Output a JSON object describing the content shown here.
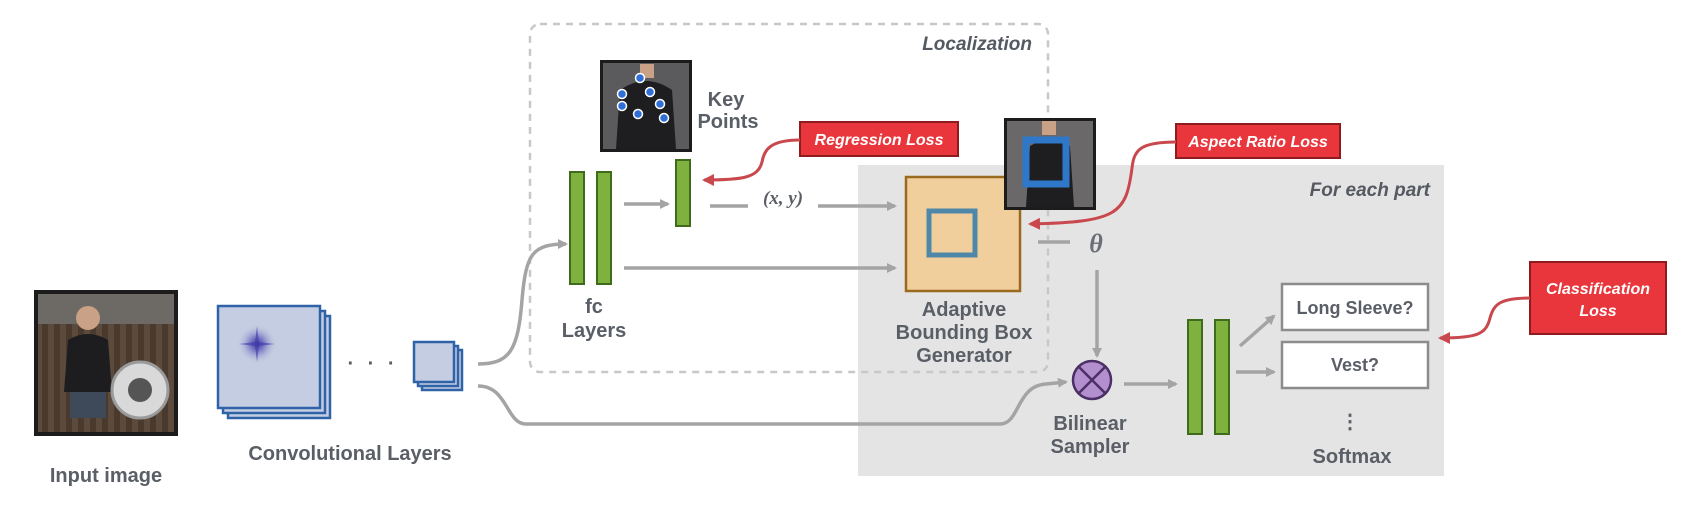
{
  "labels": {
    "input_image": "Input image",
    "conv_layers": "Convolutional Layers",
    "ellipsis": "· · ·",
    "fc_line1": "fc",
    "fc_line2": "Layers",
    "keypoints_line1": "Key",
    "keypoints_line2": "Points",
    "xy": "(x, y)",
    "theta": "θ",
    "localization": "Localization",
    "for_each_part": "For each part",
    "abbg_line1": "Adaptive",
    "abbg_line2": "Bounding Box",
    "abbg_line3": "Generator",
    "bilinear_line1": "Bilinear",
    "bilinear_line2": "Sampler",
    "softmax": "Softmax",
    "vdots": "⋮"
  },
  "losses": {
    "regression": "Regression Loss",
    "aspect_ratio": "Aspect Ratio Loss",
    "classification_line1": "Classification",
    "classification_line2": "Loss"
  },
  "outputs": {
    "long_sleeve": "Long Sleeve?",
    "vest": "Vest?"
  },
  "colors": {
    "loss_red": "#e8363c",
    "fc_green": "#7fb13e",
    "conv_blue": "#2f63a8",
    "generator_orange": "#f0cf9c",
    "panel_gray": "#e4e4e4",
    "sampler_purple": "#b48fd0"
  }
}
